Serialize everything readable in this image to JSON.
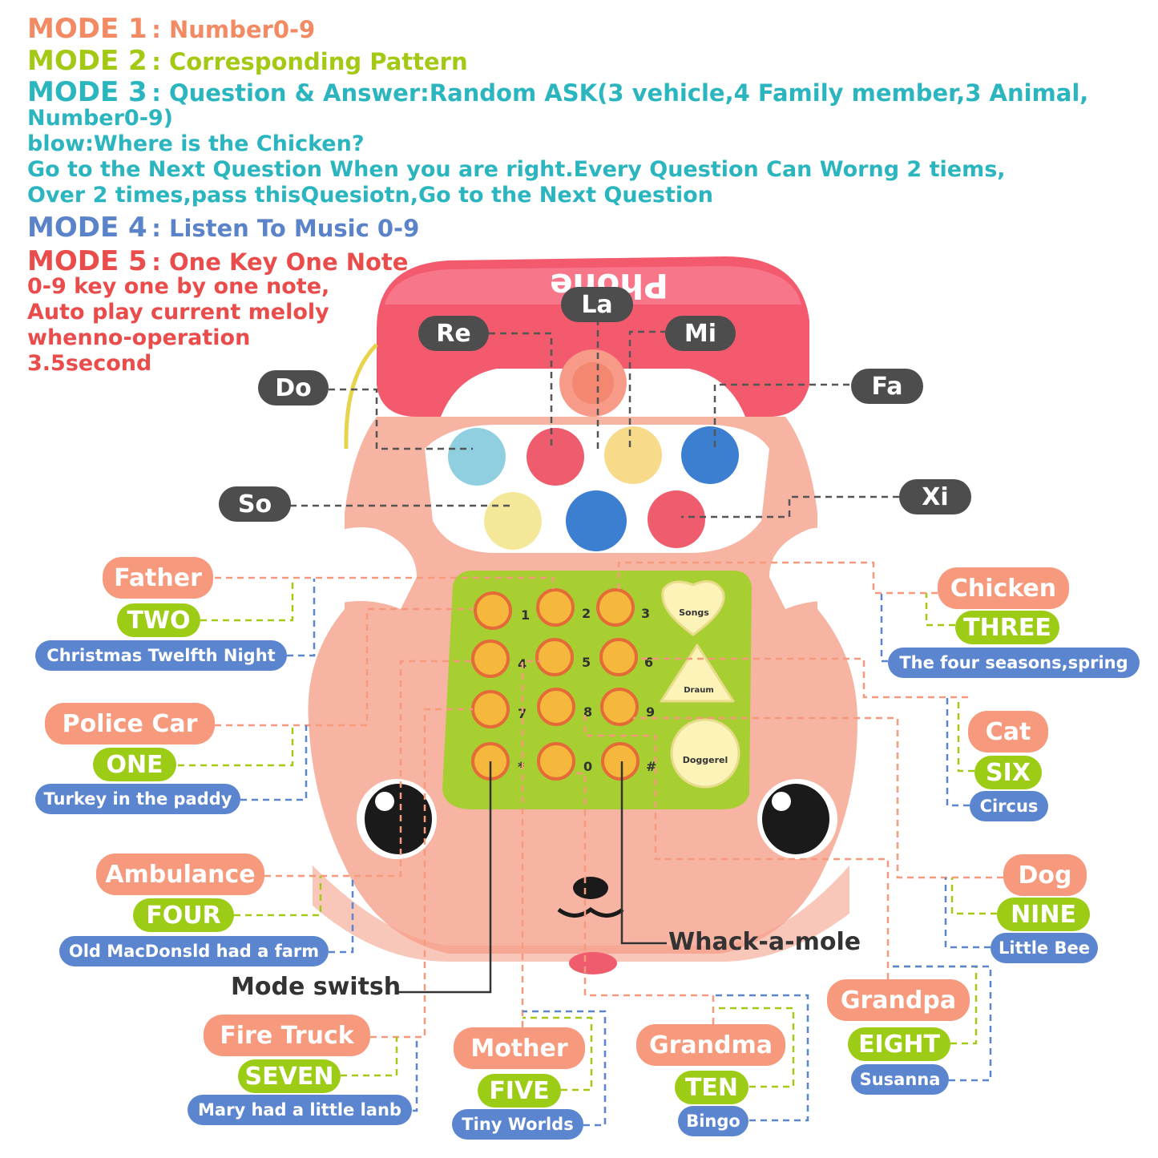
{
  "colors": {
    "mode1": "#f28a63",
    "mode2": "#a3c915",
    "mode3": "#2bb5bf",
    "mode4": "#5a83c9",
    "mode5": "#ea4b4b",
    "name_pill": "#f7997c",
    "num_pill": "#9ccc16",
    "song_pill": "#5b86cf",
    "note_pill": "#4d4d4d"
  },
  "modes": [
    {
      "head": "MODE 1",
      "text": ": Number0-9"
    },
    {
      "head": "MODE 2",
      "text": ": Corresponding Pattern"
    },
    {
      "head": "MODE 3",
      "text": ": Question & Answer:Random ASK(3 vehicle,4 Family member,3 Animal,",
      "lines": [
        "Number0-9)",
        "blow:Where is the Chicken?",
        "Go to the Next Question When you are right.Every Question Can Worng 2 tiems,",
        "Over 2 times,pass thisQuesiotn,Go to the Next Question"
      ]
    },
    {
      "head": "MODE 4",
      "text": ": Listen To Music 0-9"
    },
    {
      "head": "MODE 5",
      "text": ": One Key One Note",
      "lines": [
        "0-9 key one by one note,",
        "Auto play current meloly",
        "whenno-operation",
        "3.5second"
      ]
    }
  ],
  "toy": {
    "handset_text": "Phone",
    "buttons": {
      "songs": "Songs",
      "drum": "Draum",
      "doggerel": "Doggerel"
    },
    "key_numbers": [
      "1",
      "2",
      "3",
      "4",
      "5",
      "6",
      "7",
      "8",
      "9",
      "*",
      "0",
      "#"
    ]
  },
  "notes": [
    "Do",
    "Re",
    "La",
    "Mi",
    "Fa",
    "So",
    "Xi"
  ],
  "labels": {
    "father": {
      "name": "Father",
      "num": "TWO",
      "song": "Christmas Twelfth Night"
    },
    "police": {
      "name": "Police Car",
      "num": "ONE",
      "song": "Turkey in the paddy"
    },
    "ambulance": {
      "name": "Ambulance",
      "num": "FOUR",
      "song": "Old MacDonsld had a farm"
    },
    "fire": {
      "name": "Fire Truck",
      "num": "SEVEN",
      "song": "Mary had a little lanb"
    },
    "mother": {
      "name": "Mother",
      "num": "FIVE",
      "song": "Tiny Worlds"
    },
    "grandma": {
      "name": "Grandma",
      "num": "TEN",
      "song": "Bingo"
    },
    "grandpa": {
      "name": "Grandpa",
      "num": "EIGHT",
      "song": "Susanna"
    },
    "dog": {
      "name": "Dog",
      "num": "NINE",
      "song": "Little Bee"
    },
    "cat": {
      "name": "Cat",
      "num": "SIX",
      "song": "Circus"
    },
    "chicken": {
      "name": "Chicken",
      "num": "THREE",
      "song": "The four seasons,spring"
    }
  },
  "callouts": {
    "mode_switch": "Mode switsh",
    "whack": "Whack-a-mole"
  }
}
